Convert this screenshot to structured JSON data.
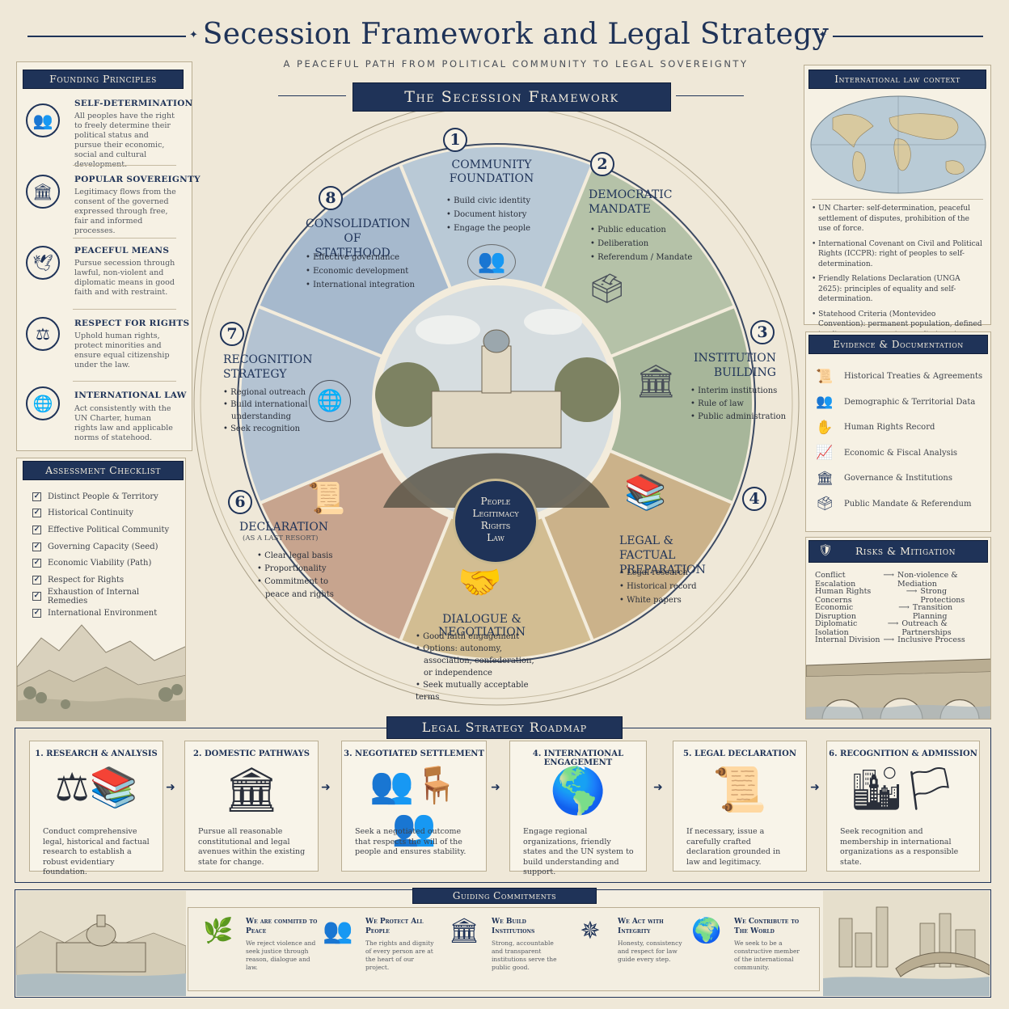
{
  "header": {
    "title": "Secession Framework and Legal Strategy",
    "subtitle": "A PEACEFUL PATH FROM POLITICAL COMMUNITY TO LEGAL SOVEREIGNTY"
  },
  "founding_principles": {
    "title": "Founding Principles",
    "items": [
      {
        "icon": "people-icon",
        "title": "SELF-DETERMINATION",
        "text": "All peoples have the right to freely determine their political status and pursue their economic, social and cultural development."
      },
      {
        "icon": "temple-icon",
        "title": "POPULAR SOVEREIGNTY",
        "text": "Legitimacy flows from the consent of the governed expressed through free, fair and informed processes."
      },
      {
        "icon": "dove-icon",
        "title": "PEACEFUL MEANS",
        "text": "Pursue secession through lawful, non-violent and diplomatic means in good faith and with restraint."
      },
      {
        "icon": "scales-icon",
        "title": "RESPECT FOR RIGHTS",
        "text": "Uphold human rights, protect minorities and ensure equal citizenship under the law."
      },
      {
        "icon": "un-emblem-icon",
        "title": "INTERNATIONAL LAW",
        "text": "Act consistently with the UN Charter, human rights law and applicable norms of statehood."
      }
    ]
  },
  "assessment_checklist": {
    "title": "Assessment Checklist",
    "items": [
      "Distinct People & Territory",
      "Historical Continuity",
      "Effective Political Community",
      "Governing Capacity (Seed)",
      "Economic Viability (Path)",
      "Respect for Rights",
      "Exhaustion of Internal Remedies",
      "International Environment"
    ]
  },
  "framework": {
    "title": "The Secession Framework",
    "center_labels": [
      "People",
      "Legitimacy",
      "Rights",
      "Law"
    ],
    "segments": [
      {
        "num": "1",
        "title": "COMMUNITY FOUNDATION",
        "bullets": [
          "Build civic identity",
          "Document history",
          "Engage the people"
        ],
        "color": "#b9c9d6"
      },
      {
        "num": "2",
        "title": "DEMOCRATIC MANDATE",
        "bullets": [
          "Public education",
          "Deliberation",
          "Referendum / Mandate"
        ],
        "color": "#b5c2a8"
      },
      {
        "num": "3",
        "title": "INSTITUTION BUILDING",
        "bullets": [
          "Interim institutions",
          "Rule of law",
          "Public administration"
        ],
        "color": "#a7b69a"
      },
      {
        "num": "4",
        "title": "LEGAL & FACTUAL PREPARATION",
        "bullets": [
          "Legal research",
          "Historical record",
          "White papers"
        ],
        "color": "#cbb28a"
      },
      {
        "num": "",
        "title": "DIALOGUE & NEGOTIATION",
        "bullets": [
          "Good faith engagement",
          "Options: autonomy, association, confederation, or independence",
          "Seek mutually acceptable terms"
        ],
        "color": "#d2bd92"
      },
      {
        "num": "6",
        "title": "DECLARATION",
        "subtitle": "(AS A LAST RESORT)",
        "bullets": [
          "Clear legal basis",
          "Proportionality",
          "Commitment to peace and rights"
        ],
        "color": "#c7a48e"
      },
      {
        "num": "7",
        "title": "RECOGNITION STRATEGY",
        "bullets": [
          "Regional outreach",
          "Build international understanding",
          "Seek recognition"
        ],
        "color": "#b4c3d2"
      },
      {
        "num": "8",
        "title": "CONSOLIDATION OF STATEHOOD",
        "bullets": [
          "Effective governance",
          "Economic development",
          "International integration"
        ],
        "color": "#a6b9cd"
      }
    ]
  },
  "intl_law": {
    "title": "International law context",
    "items": [
      "UN Charter: self-determination, peaceful settlement of disputes, prohibition of the use of force.",
      "International Covenant on Civil and Political Rights (ICCPR): right of peoples to self-determination.",
      "Friendly Relations Declaration (UNGA 2625): principles of equality and self-determination.",
      "Statehood Criteria (Montevideo Convention): permanent population, defined territory, government, capacity to enter relations."
    ]
  },
  "evidence": {
    "title": "Evidence & Documentation",
    "items": [
      {
        "icon": "scroll-icon",
        "label": "Historical Treaties & Agreements"
      },
      {
        "icon": "people-icon",
        "label": "Demographic & Territorial Data"
      },
      {
        "icon": "hand-icon",
        "label": "Human Rights Record"
      },
      {
        "icon": "chart-icon",
        "label": "Economic & Fiscal Analysis"
      },
      {
        "icon": "building-icon",
        "label": "Governance & Institutions"
      },
      {
        "icon": "ballot-icon",
        "label": "Public Mandate & Referendum"
      }
    ]
  },
  "risks": {
    "title": "Risks & Mitigation",
    "items": [
      {
        "risk": "Conflict Escalation",
        "mitigation": "Non-violence & Mediation"
      },
      {
        "risk": "Human Rights Concerns",
        "mitigation": "Strong Protections"
      },
      {
        "risk": "Economic Disruption",
        "mitigation": "Transition Planning"
      },
      {
        "risk": "Diplomatic Isolation",
        "mitigation": "Outreach & Partnerships"
      },
      {
        "risk": "Internal Division",
        "mitigation": "Inclusive Process"
      }
    ]
  },
  "roadmap": {
    "title": "Legal Strategy Roadmap",
    "steps": [
      {
        "title": "1. RESEARCH & ANALYSIS",
        "text": "Conduct comprehensive legal, historical and factual research to establish a robust evidentiary foundation."
      },
      {
        "title": "2. DOMESTIC PATHWAYS",
        "text": "Pursue all reasonable constitutional and legal avenues within the existing state for change."
      },
      {
        "title": "3. NEGOTIATED SETTLEMENT",
        "text": "Seek a negotiated outcome that respects the will of the people and ensures stability."
      },
      {
        "title": "4. INTERNATIONAL ENGAGEMENT",
        "text": "Engage regional organizations, friendly states and the UN system to build understanding and support."
      },
      {
        "title": "5. LEGAL DECLARATION",
        "text": "If necessary, issue a carefully crafted declaration grounded in law and legitimacy."
      },
      {
        "title": "6. RECOGNITION & ADMISSION",
        "text": "Seek recognition and membership in international organizations as a responsible state."
      }
    ]
  },
  "commitments": {
    "title": "Guiding Commitments",
    "items": [
      {
        "icon": "laurel-icon",
        "title": "We are commited to Peace",
        "text": "We reject violence and seek justice through reason, dialogue and law."
      },
      {
        "icon": "people-icon",
        "title": "We Protect All People",
        "text": "The rights and dignity of every person are at the heart of our project."
      },
      {
        "icon": "column-icon",
        "title": "We Build Institutions",
        "text": "Strong, accountable and transparent institutions serve the public good."
      },
      {
        "icon": "compass-icon",
        "title": "We Act with Integrity",
        "text": "Honesty, consistency and respect for law guide every step."
      },
      {
        "icon": "globe-icon",
        "title": "We Contribute to The World",
        "text": "We seek to be a constructive member of the international community."
      }
    ]
  },
  "colors": {
    "navy": "#1f3358",
    "parchment": "#efe8d8",
    "panel": "#f6f1e4"
  }
}
